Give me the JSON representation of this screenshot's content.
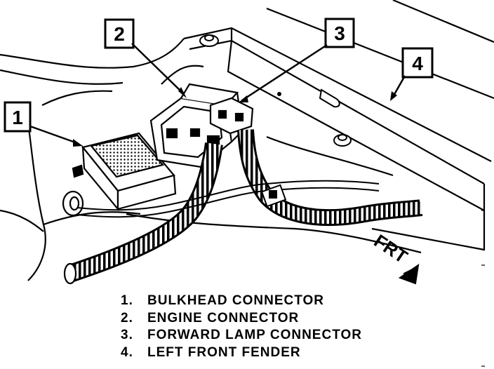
{
  "callouts": [
    "1",
    "2",
    "3",
    "4"
  ],
  "forward_label": "FRT",
  "legend": [
    {
      "number": "1.",
      "text": "BULKHEAD CONNECTOR"
    },
    {
      "number": "2.",
      "text": "ENGINE CONNECTOR"
    },
    {
      "number": "3.",
      "text": "FORWARD LAMP CONNECTOR"
    },
    {
      "number": "4.",
      "text": "LEFT FRONT FENDER"
    }
  ],
  "colors": {
    "ink": "#000000",
    "paper": "#ffffff"
  }
}
